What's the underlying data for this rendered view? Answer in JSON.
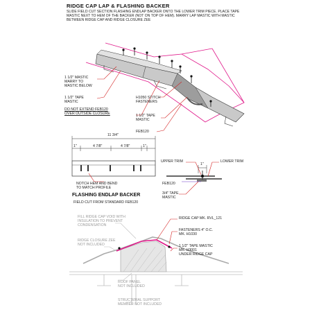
{
  "header": {
    "title": "RIDGE CAP LAP & FLASHING BACKER",
    "description": "SLIDE FIELD CUT SECTION FLASHING ENDLAP BACKER ONTO THE LOWER TRIM PIECE. PLACE TAPE MASTIC NEXT TO HEM OF THE BACKER (NOT ON TOP OF HEM). MARRY LAP MASTIC WITH MASTIC BETWEEN RIDGE CAP AND RIDGE CLOSURE ZEE"
  },
  "iso": {
    "labels": {
      "mastic_marry": "1 1/2\" MASTIC\nMARRY TO\nMASTIC BELOW",
      "tape_mastic": "1 1/2\" TAPE\nMASTIC",
      "do_not_extend": "DO NOT EXTEND FEB120\nOVER OUTSIDE CLOSURE",
      "stitch_fasteners": "H1050 STITCH\nFASTENERS",
      "tape_mastic_right": "1 1/2\" TAPE\nMASTIC",
      "feb120": "FEB120"
    }
  },
  "backer": {
    "overall_dim": "11 3/4\"",
    "dims": [
      "1\"",
      "4 7/8\"",
      "4 7/8\"",
      "1\""
    ],
    "notch_label": "NOTCH HEM AND BEND\nTO MATCH PROFILE",
    "subtitle": "FLASHING ENDLAP BACKER",
    "subnote": "FIELD CUT FROM STANDARD FEB120"
  },
  "detail": {
    "upper_trim": "UPPER TRIM",
    "lower_trim": "LOWER TRIM",
    "dim": "1\"",
    "feb120": "FEB120",
    "tape_mastic": "3/4\" TAPE\nMASTIC"
  },
  "section": {
    "fill_note": "FILL RIDGE CAP VOID WITH\nINSULATION TO PREVENT\nCONDENSATION",
    "closure_note": "RIDGE CLOSURE ZEE\nNOT INCLUDED",
    "roof_panel": "ROOF PANEL\nNOT INCLUDED",
    "support": "STRUCTURAL SUPPORT\nMEMBER NOT INCLUDED",
    "ridge_cap": "RIDGE CAP MK. RVL_121",
    "fasteners": "FASTENERS 4\" O.C.\nMK. H1030",
    "tape_under": "1 1/2\" TAPE MASTIC\nMK. H3001\nUNDER RIDGE CAP"
  },
  "colors": {
    "accent": "#e0188a",
    "leader": "#d42020",
    "grey": "#9a9a9a"
  }
}
